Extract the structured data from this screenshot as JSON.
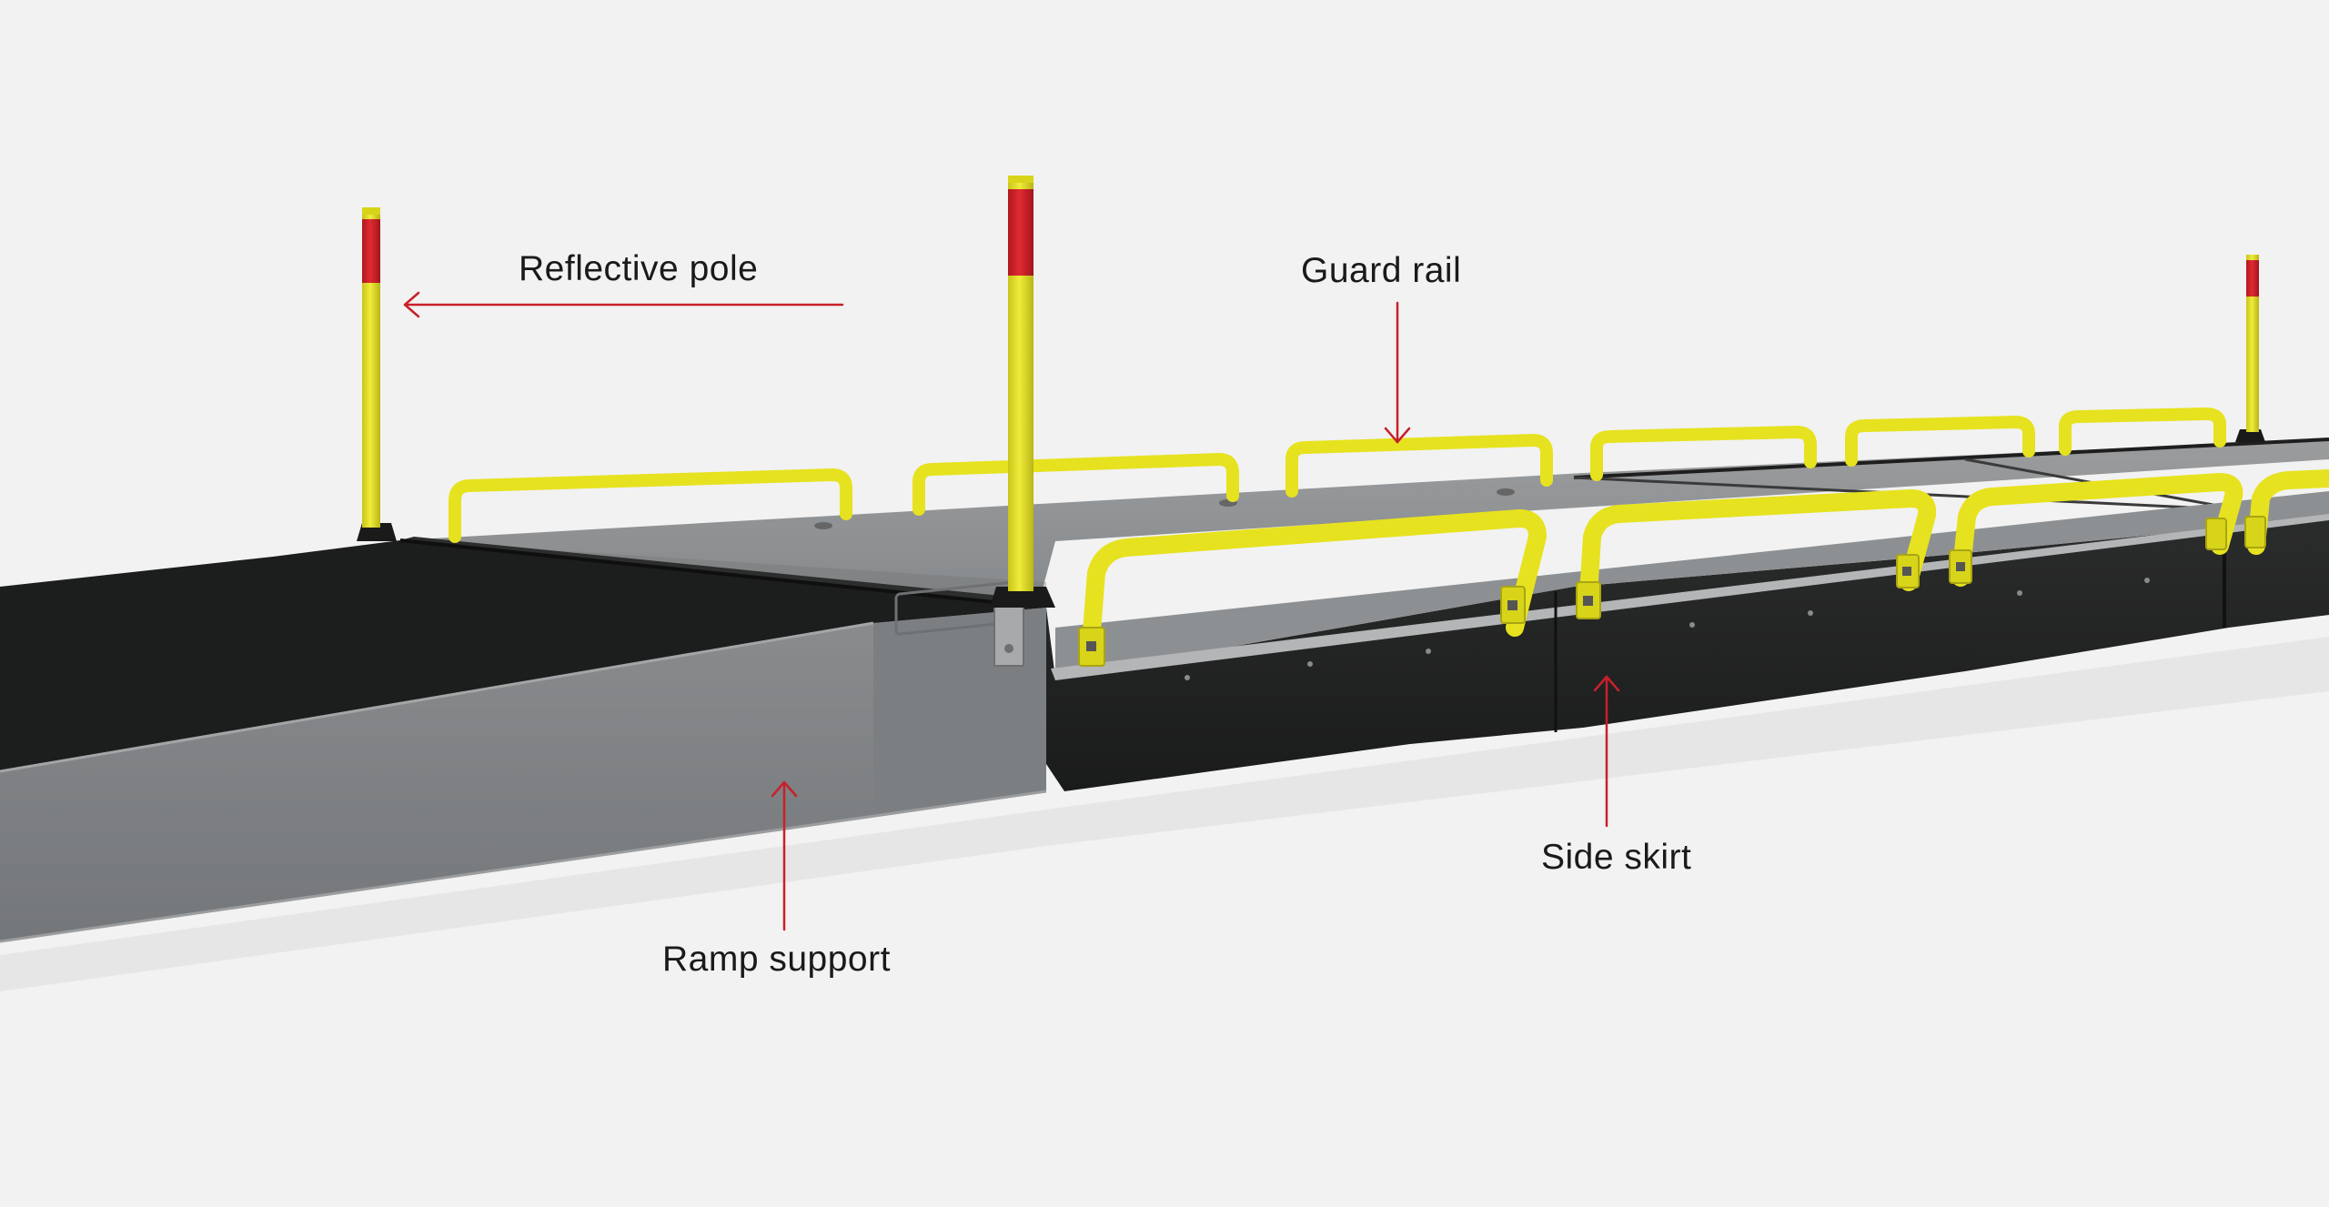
{
  "diagram": {
    "labels": {
      "reflective_pole": "Reflective pole",
      "guard_rail": "Guard rail",
      "side_skirt": "Side skirt",
      "ramp_support": "Ramp support"
    },
    "colors": {
      "background": "#f2f2f2",
      "deck_top": "#8b8d8f",
      "deck_side": "#7e8183",
      "ramp_surface": "#1c1d1d",
      "side_skirt": "#222323",
      "rail_yellow": "#e6e21f",
      "pole_red": "#d11f27",
      "arrow_red": "#c8202a"
    }
  }
}
